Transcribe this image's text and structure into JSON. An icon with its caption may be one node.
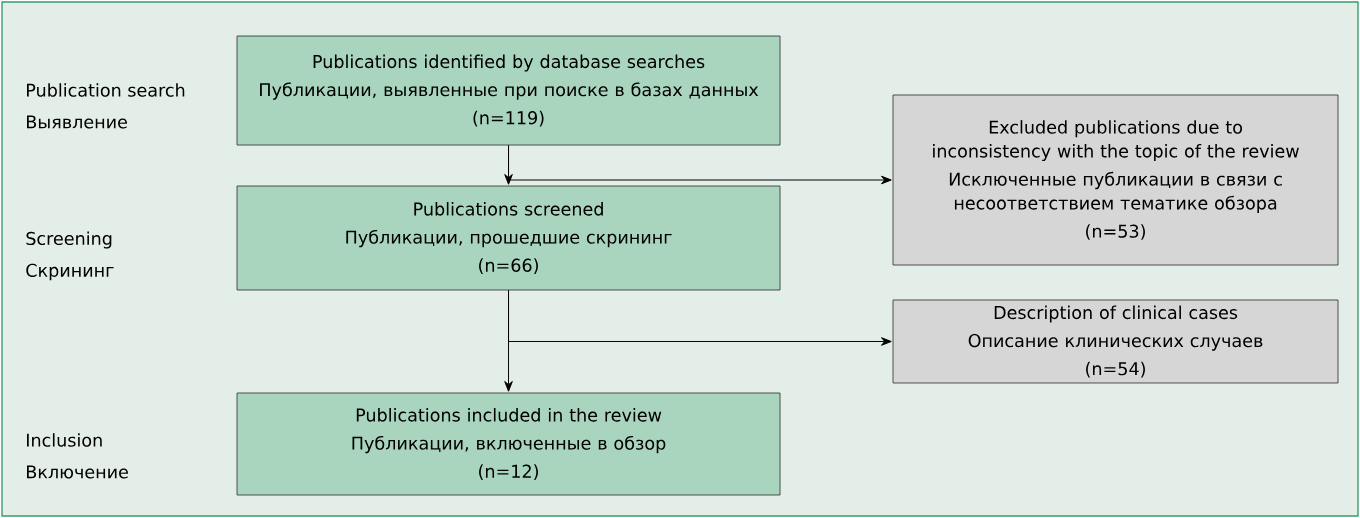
{
  "diagram": {
    "nodes": [
      {
        "text": [
          "Publications identified by database searches",
          "Публикации, выявленные при поиске в базах данных",
          "(n=119)"
        ]
      },
      {
        "text": [
          "Excluded publications due to inconsistency with the topic of the review",
          "Исключенные публикации в связи с несоответствием тематике обзора",
          "(n=53)"
        ]
      },
      {
        "text": [
          "Publications screened",
          "Публикации, прошедшие скрининг",
          "(n=66)"
        ]
      },
      {
        "text": [
          "Description of clinical cases",
          "Описание клинических случаев",
          "(n=54)"
        ]
      },
      {
        "text": [
          "Publications included in the review",
          "Публикации, включенные в обзор",
          "(n=12)"
        ]
      }
    ],
    "edges": [
      {
        "from": 0,
        "to": 2,
        "arrow": "to"
      },
      {
        "from": 0,
        "to": 1,
        "arrow": "to"
      },
      {
        "from": 2,
        "to": 4,
        "arrow": "to"
      },
      {
        "from": 2,
        "to": 3,
        "arrow": "to"
      }
    ],
    "labels": [
      "Publication search",
      "Выявление",
      "Screening",
      "Скрининг",
      "Inclusion",
      "Включение"
    ]
  }
}
